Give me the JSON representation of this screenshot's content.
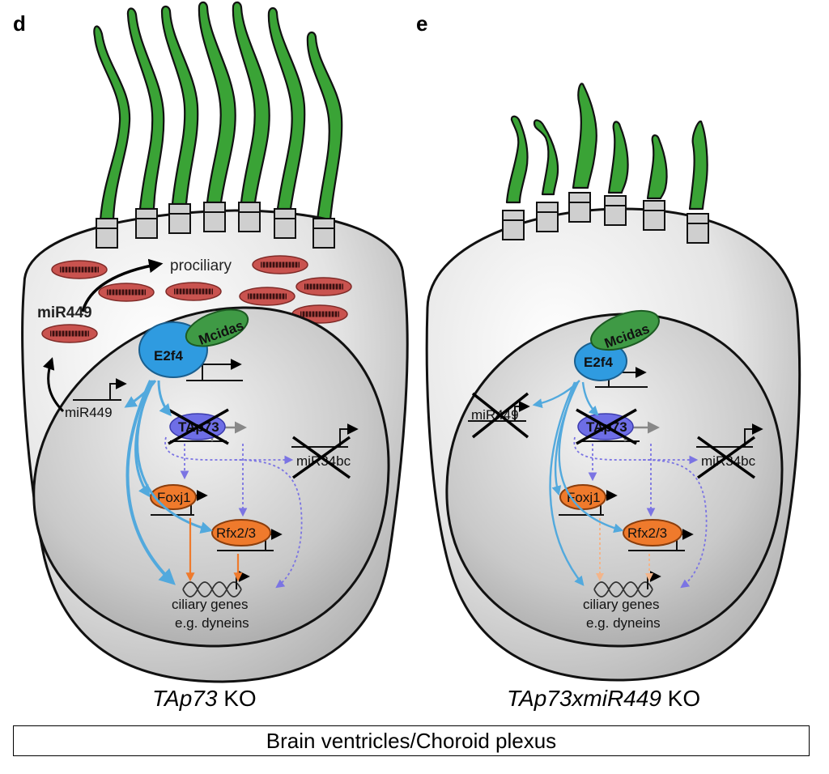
{
  "panels": [
    {
      "letter": "d",
      "condition_italic": "TAp73",
      "condition_rest": " KO",
      "labels": {
        "prociliary": "prociliary",
        "mir449_bold": "miR449",
        "mcidas": "Mcidas",
        "e2f4": "E2f4",
        "mir449_gene": "miR449",
        "tap73": "TAp73",
        "mir34bc": "miR34bc",
        "foxj1": "Foxj1",
        "rfx": "Rfx2/3",
        "ciliary_genes": "ciliary genes",
        "dyneins": "e.g. dyneins"
      },
      "crossed_out": [
        "TAp73",
        "miR34bc"
      ]
    },
    {
      "letter": "e",
      "condition_italic": "TAp73xmiR449",
      "condition_rest": " KO",
      "labels": {
        "mcidas": "Mcidas",
        "e2f4": "E2f4",
        "mir449_gene": "miR449",
        "tap73": "TAp73",
        "mir34bc": "miR34bc",
        "foxj1": "Foxj1",
        "rfx": "Rfx2/3",
        "ciliary_genes": "ciliary genes",
        "dyneins": "e.g. dyneins"
      },
      "crossed_out": [
        "miR449",
        "TAp73",
        "miR34bc"
      ]
    }
  ],
  "footer": "Brain ventricles/Choroid plexus",
  "colors": {
    "cilia": "#3aa336",
    "basal_body": "#cfcfcf",
    "mitochondria": "#c9534f",
    "e2f4": "#2f9be0",
    "mcidas": "#3f9a45",
    "tap73": "#6e6ee6",
    "foxj1_rfx": "#ef7a2c",
    "arrow_blue": "#52a9dd",
    "arrow_orange": "#ef7a2c",
    "arrow_dotted": "#7b74e3"
  }
}
